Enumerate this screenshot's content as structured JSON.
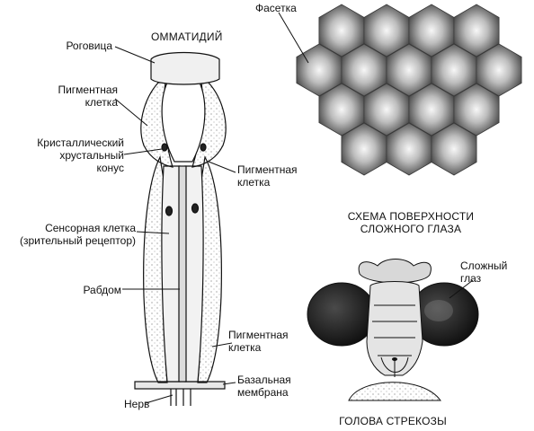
{
  "ommatidium": {
    "title": "ОММАТИДИЙ",
    "labels": {
      "cornea": "Роговица",
      "pigment_cell_1": [
        "Пигментная",
        "клетка"
      ],
      "crystal_cone": [
        "Кристаллический",
        "хрустальный",
        "конус"
      ],
      "pigment_cell_2": [
        "Пигментная",
        "клетка"
      ],
      "sensory_cell": [
        "Сенсорная клетка",
        "(зрительный рецептор)"
      ],
      "rhabdom": "Рабдом",
      "pigment_cell_3": [
        "Пигментная",
        "клетка"
      ],
      "basal_membrane": [
        "Базальная",
        "мембрана"
      ],
      "nerve": "Нерв"
    }
  },
  "surface": {
    "facet_label": "Фасетка",
    "caption": [
      "СХЕМА ПОВЕРХНОСТИ",
      "СЛОЖНОГО ГЛАЗА"
    ]
  },
  "head": {
    "eye_label": [
      "Сложный",
      "глаз"
    ],
    "caption": "ГОЛОВА СТРЕКОЗЫ"
  },
  "colors": {
    "ink": "#111111",
    "hex_light": "#f4f4f4",
    "hex_dark": "#4a4a4a",
    "eye_dark": "#1e1e1e"
  }
}
